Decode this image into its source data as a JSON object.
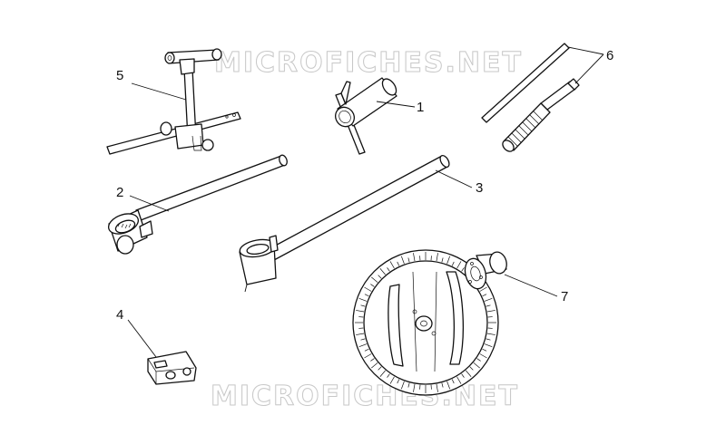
{
  "watermark": {
    "text_top": "MICROFICHES.NET",
    "text_bottom": "MICROFICHES.NET"
  },
  "callouts": [
    {
      "id": "1",
      "label": "1"
    },
    {
      "id": "2",
      "label": "2"
    },
    {
      "id": "3",
      "label": "3"
    },
    {
      "id": "4",
      "label": "4"
    },
    {
      "id": "5",
      "label": "5"
    },
    {
      "id": "6",
      "label": "6"
    },
    {
      "id": "7",
      "label": "7"
    }
  ],
  "colors": {
    "line": "#111111",
    "background": "#ffffff",
    "watermark_outline": "#c8c8c8"
  }
}
